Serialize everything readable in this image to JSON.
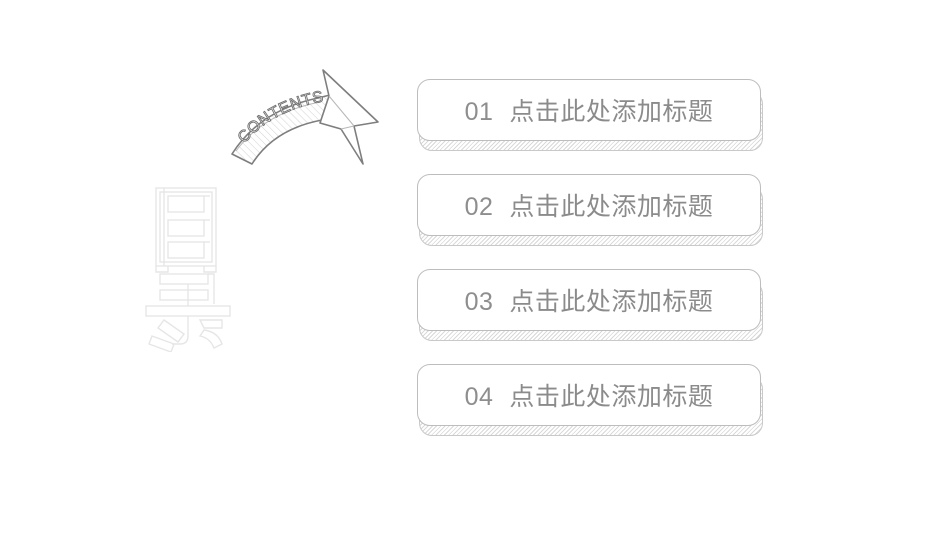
{
  "slide": {
    "background_color": "#ffffff",
    "heading_characters": "目录",
    "arrow_label": "CONTENTS"
  },
  "theme": {
    "text_gray": "#8b8b8b",
    "outline_gray": "#bdbdbd",
    "shadow_hatch_gray": "#d9d9d9",
    "decor_outline_gray": "#e6e6e6",
    "arrow_outline_gray": "#7e7e7e"
  },
  "agenda": {
    "items": [
      {
        "number": "01",
        "title": "点击此处添加标题"
      },
      {
        "number": "02",
        "title": "点击此处添加标题"
      },
      {
        "number": "03",
        "title": "点击此处添加标题"
      },
      {
        "number": "04",
        "title": "点击此处添加标题"
      }
    ]
  }
}
